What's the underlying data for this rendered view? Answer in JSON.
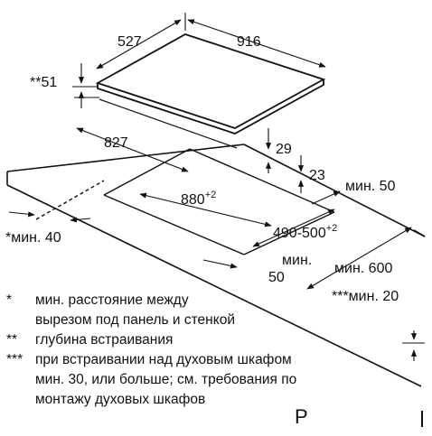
{
  "diagram": {
    "labels": {
      "width_top": "916",
      "depth_top": "527",
      "height_51": "**51",
      "cutout_width": "827",
      "cutout_depth": "880",
      "cutout_depth_sup": "+2",
      "cutout_height": "490-500",
      "cutout_height_sup": "+2",
      "dim_29": "29",
      "dim_23": "23",
      "min_50_right": "мин. 50",
      "min_40_left": "*мин. 40",
      "min_50_bottom_a": "мин.",
      "min_50_bottom_b": "50",
      "min_600": "мин. 600",
      "min_20": "***мин. 20"
    }
  },
  "notes": [
    {
      "mark": "*",
      "lines": [
        "мин. расстояние между",
        "вырезом под панель и стенкой"
      ]
    },
    {
      "mark": "**",
      "lines": [
        "глубина встраивания"
      ]
    },
    {
      "mark": "***",
      "lines": [
        "при встраивании над духовым шкафом",
        "мин. 30, или больше; см. требования по",
        "монтажу духовых шкафов"
      ]
    }
  ],
  "footer": {
    "mark": "P"
  }
}
